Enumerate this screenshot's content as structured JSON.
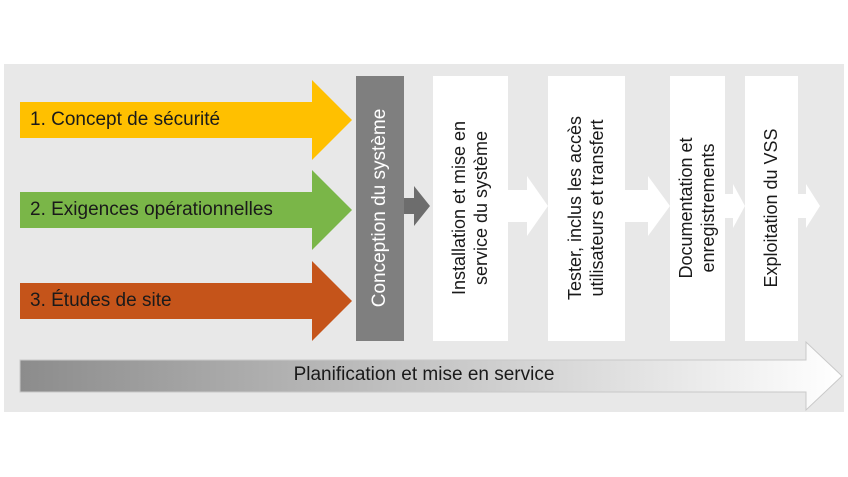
{
  "inputs": [
    {
      "label": "1. Concept de sécurité",
      "color": "#ffc000"
    },
    {
      "label": "2. Exigences opérationnelles",
      "color": "#7ab648"
    },
    {
      "label": "3. Études de site",
      "color": "#c5541a"
    }
  ],
  "phases": [
    {
      "lines": [
        "Conception du système"
      ],
      "fill": "#7f7f7f",
      "text_color": "#ffffff"
    },
    {
      "lines": [
        "Installation et mise en",
        "service du système"
      ],
      "fill": "#ffffff",
      "text_color": "#1a1a1a"
    },
    {
      "lines": [
        "Tester, inclus les accès",
        "utilisateurs et transfert"
      ],
      "fill": "#ffffff",
      "text_color": "#1a1a1a"
    },
    {
      "lines": [
        "Documentation et",
        "enregistrements"
      ],
      "fill": "#ffffff",
      "text_color": "#1a1a1a"
    },
    {
      "lines": [
        "Exploitation du VSS"
      ],
      "fill": "#ffffff",
      "text_color": "#1a1a1a"
    }
  ],
  "span": {
    "label": "Planification et mise en service",
    "gradient": [
      "#8c8c8c",
      "#ffffff"
    ]
  },
  "panel_color": "#e8e8e8",
  "connector_color": "#6d6d6d"
}
